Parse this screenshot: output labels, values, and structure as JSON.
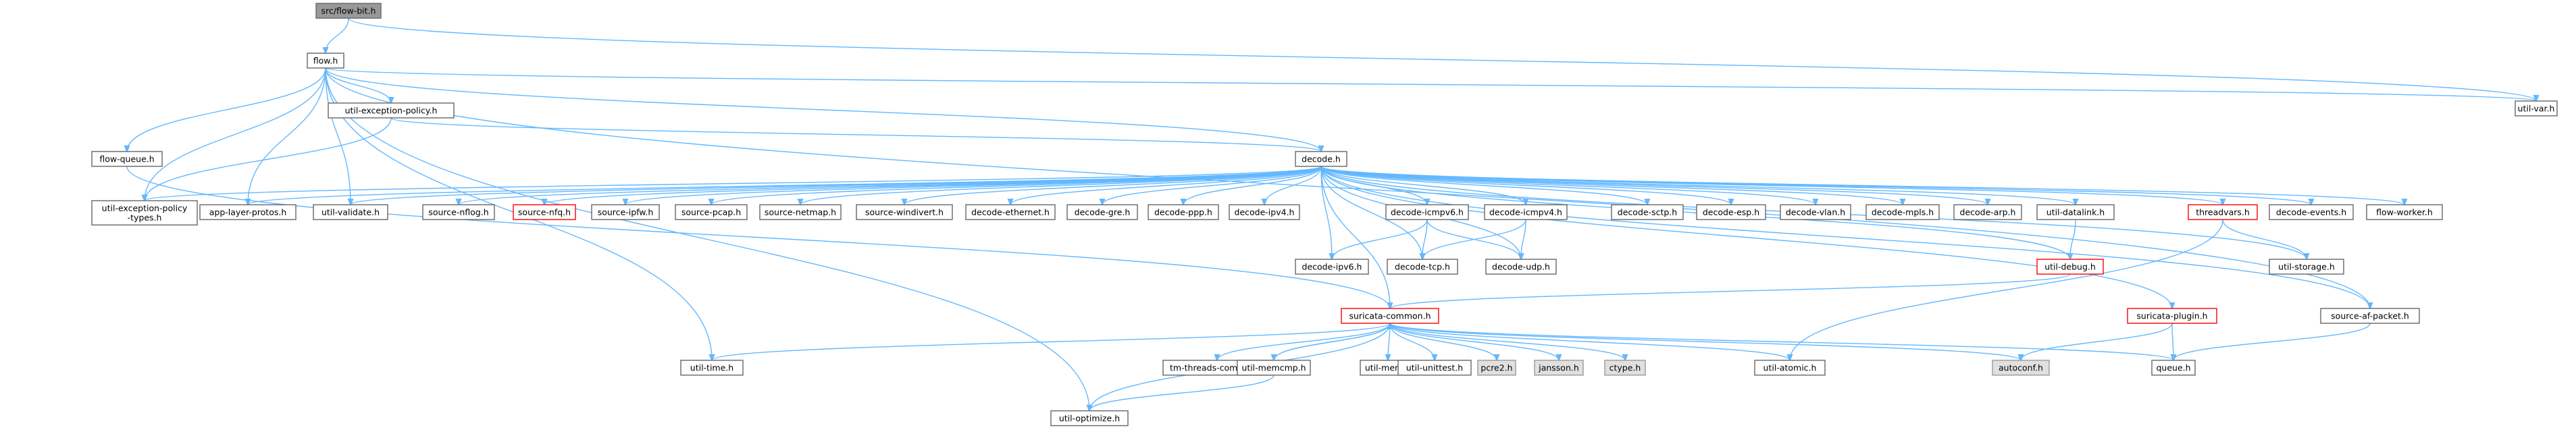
{
  "graph": {
    "type": "include-dependency-graph",
    "root": "src/flow-bit.h",
    "colors": {
      "edge": "#63b8ff",
      "root_fill": "#999999",
      "normal_border": "#666666",
      "truncated_border": "#ff0000",
      "external_fill": "#e0e0e0"
    },
    "nodes": {
      "flow_bit": "src/flow-bit.h",
      "flow": "flow.h",
      "util_var": "util-var.h",
      "util_exception_policy": "util-exception-policy.h",
      "flow_queue": "flow-queue.h",
      "decode": "decode.h",
      "util_exception_policy_types": "util-exception-policy\n-types.h",
      "app_layer_protos": "app-layer-protos.h",
      "util_validate": "util-validate.h",
      "source_nflog": "source-nflog.h",
      "source_nfq": "source-nfq.h",
      "source_ipfw": "source-ipfw.h",
      "source_pcap": "source-pcap.h",
      "source_netmap": "source-netmap.h",
      "source_windivert": "source-windivert.h",
      "decode_ethernet": "decode-ethernet.h",
      "decode_gre": "decode-gre.h",
      "decode_ppp": "decode-ppp.h",
      "decode_ipv4": "decode-ipv4.h",
      "decode_icmpv6": "decode-icmpv6.h",
      "decode_icmpv4": "decode-icmpv4.h",
      "decode_sctp": "decode-sctp.h",
      "decode_esp": "decode-esp.h",
      "decode_vlan": "decode-vlan.h",
      "decode_mpls": "decode-mpls.h",
      "decode_arp": "decode-arp.h",
      "util_datalink": "util-datalink.h",
      "threadvars": "threadvars.h",
      "decode_events": "decode-events.h",
      "flow_worker": "flow-worker.h",
      "decode_ipv6": "decode-ipv6.h",
      "decode_tcp": "decode-tcp.h",
      "decode_udp": "decode-udp.h",
      "util_debug": "util-debug.h",
      "util_storage": "util-storage.h",
      "suricata_common": "suricata-common.h",
      "suricata_plugin": "suricata-plugin.h",
      "source_af_packet": "source-af-packet.h",
      "util_time": "util-time.h",
      "tm_threads_common": "tm-threads-common.h",
      "util_memcmp": "util-memcmp.h",
      "util_mem": "util-mem.h",
      "util_unittest": "util-unittest.h",
      "pcre2": "pcre2.h",
      "jansson": "jansson.h",
      "ctype": "ctype.h",
      "util_atomic": "util-atomic.h",
      "autoconf": "autoconf.h",
      "queue": "queue.h",
      "util_optimize": "util-optimize.h"
    }
  }
}
